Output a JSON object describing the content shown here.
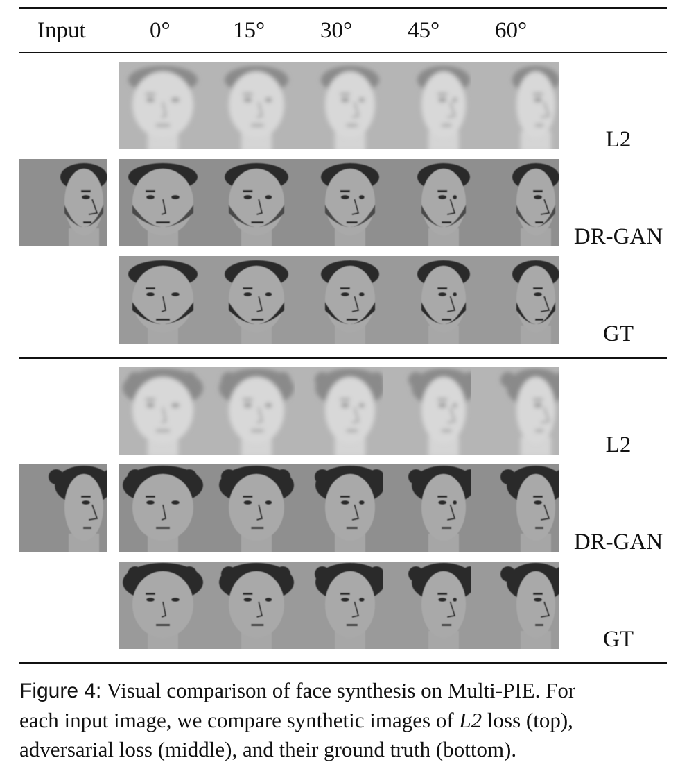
{
  "header": {
    "input": "Input",
    "angles": [
      "0°",
      "15°",
      "30°",
      "45°",
      "60°"
    ]
  },
  "groups": [
    {
      "rows": [
        {
          "label": "L2",
          "style": "blur"
        },
        {
          "label": "DR-GAN",
          "style": "sharp"
        },
        {
          "label": "GT",
          "style": "gt"
        }
      ],
      "hair": "short"
    },
    {
      "rows": [
        {
          "label": "L2",
          "style": "blur"
        },
        {
          "label": "DR-GAN",
          "style": "sharp"
        },
        {
          "label": "GT",
          "style": "gt"
        }
      ],
      "hair": "curly"
    }
  ],
  "caption": {
    "figure": "Figure 4:",
    "line1": " Visual comparison of face synthesis on Multi-PIE. For",
    "line2a": "each input image, we compare synthetic images of ",
    "line2_math": "L2",
    "line2b": " loss (top),",
    "line3": "adversarial loss (middle), and their ground truth (bottom)."
  }
}
